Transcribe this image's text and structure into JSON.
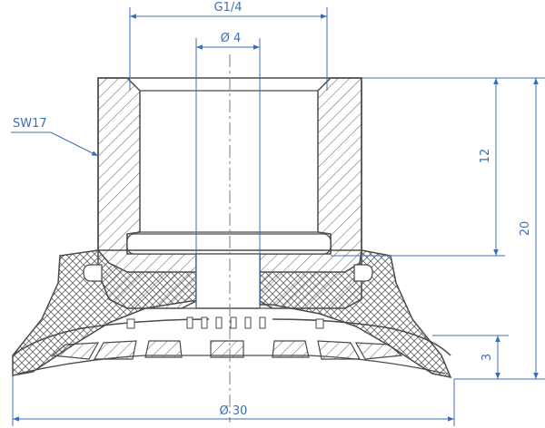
{
  "drawing": {
    "dimensions": {
      "thread": "G1/4",
      "bore": "Ø 4",
      "wrench_size": "SW17",
      "thread_depth": "12",
      "total_height": "20",
      "lip_height": "3",
      "diameter": "Ø 30"
    },
    "colors": {
      "dimension": "#3a6fb5",
      "outline": "#4a4a4a",
      "hatch": "#6a6a6a",
      "centerline": "#7a7a7a"
    }
  }
}
